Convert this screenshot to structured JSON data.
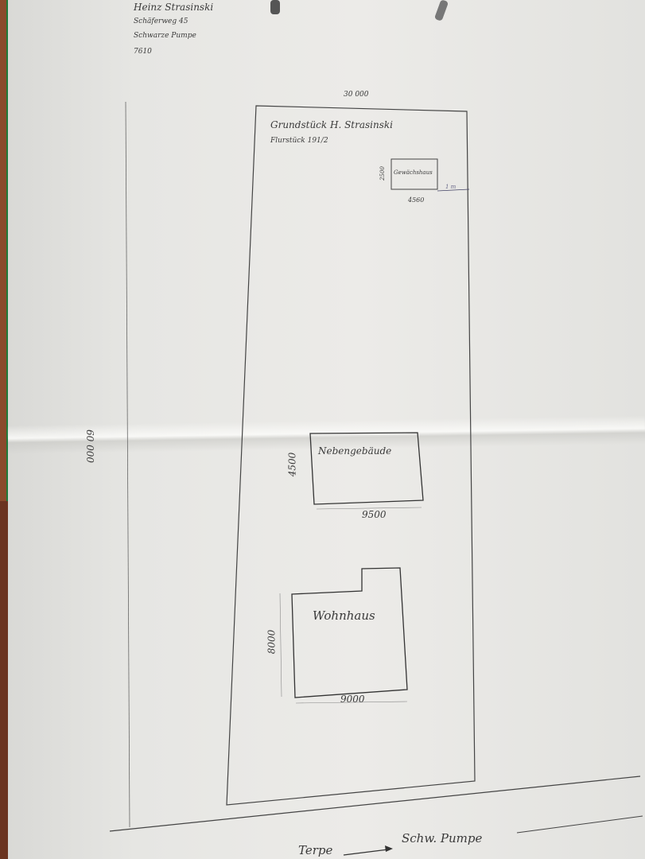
{
  "document": {
    "type": "hand-drawn site plan",
    "owner_block": {
      "name": "Heinz Strasinski",
      "street": "Schäferweg 45",
      "town": "Schwarze Pumpe",
      "postcode": "7610"
    },
    "plot": {
      "width_label": "30 000",
      "length_label": "60 000",
      "title_line1": "Grundstück   H. Strasinski",
      "title_line2": "Flurstück   191/2"
    },
    "buildings": [
      {
        "name": "Gewächshaus",
        "width_label": "4560",
        "depth_label": "2500",
        "side_note": "1 m"
      },
      {
        "name": "Nebengebäude",
        "width_label": "9500",
        "depth_label": "4500"
      },
      {
        "name": "Wohnhaus",
        "width_label": "9000",
        "depth_label": "8000"
      }
    ],
    "road": {
      "from": "Terpe",
      "to": "Schw. Pumpe",
      "arrow": "arrow-right"
    }
  },
  "colors": {
    "paper": "#e6e6e3",
    "ink": "#3a3a3a",
    "binding_green": "#1f7a3a",
    "background_brown": "#8a4a2c"
  }
}
